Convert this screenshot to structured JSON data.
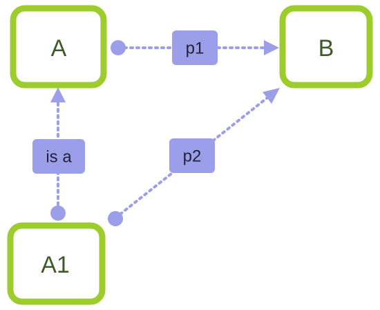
{
  "nodes": {
    "a": {
      "label": "A"
    },
    "b": {
      "label": "B"
    },
    "a1": {
      "label": "A1"
    }
  },
  "edges": {
    "p1": {
      "label": "p1"
    },
    "is_a": {
      "label": "is a"
    },
    "p2": {
      "label": "p2"
    }
  },
  "colors": {
    "node_border": "#9ccd2c",
    "node_text": "#3f5a2a",
    "edge": "#9b9ee8",
    "edge_label_text": "#22223a"
  }
}
